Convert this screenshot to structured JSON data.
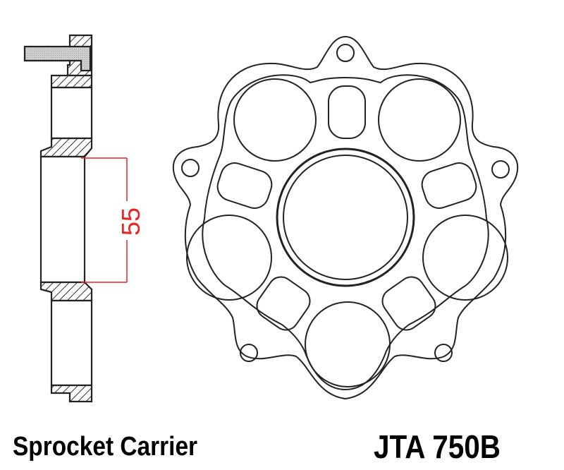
{
  "drawing": {
    "product_type": "Sprocket Carrier",
    "part_number": "JTA 750B",
    "dimension_label": "55",
    "colors": {
      "line": "#222222",
      "dimension": "#ee2222",
      "hatch_fill": "#d8d8d8",
      "background": "#ffffff"
    },
    "views": [
      "side-section-view",
      "front-view"
    ]
  }
}
